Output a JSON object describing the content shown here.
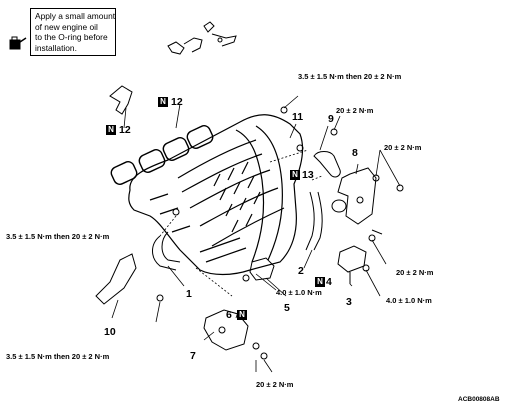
{
  "note": {
    "lines": [
      "Apply a small amount",
      "of new engine oil",
      "to the O-ring before",
      "installation."
    ],
    "icon": "oil-can-icon"
  },
  "torques": {
    "t_top_right": "3.5 ± 1.5 N·m then 20 ± 2 N·m",
    "t_right_upper": "20 ± 2 N·m",
    "t_right_mid": "20 ± 2 N·m",
    "t_left_mid": "3.5 ± 1.5 N·m then 20 ± 2 N·m",
    "t_center": "4.0 ± 1.0 N·m",
    "t_right_lower": "20 ± 2 N·m",
    "t_right_bottom": "4.0 ± 1.0 N·m",
    "t_left_bottom": "3.5 ± 1.5 N·m then 20 ± 2 N·m",
    "t_bottom": "20 ± 2 N·m"
  },
  "callouts": {
    "c1": "1",
    "c2": "2",
    "c3": "3",
    "c4": "4",
    "c5": "5",
    "c6": "6",
    "c7": "7",
    "c8": "8",
    "c9": "9",
    "c10": "10",
    "c11": "11",
    "c12a": "12",
    "c12b": "12",
    "c13": "13"
  },
  "new_part_mark": "N",
  "figure_code": "ACB00808AB"
}
